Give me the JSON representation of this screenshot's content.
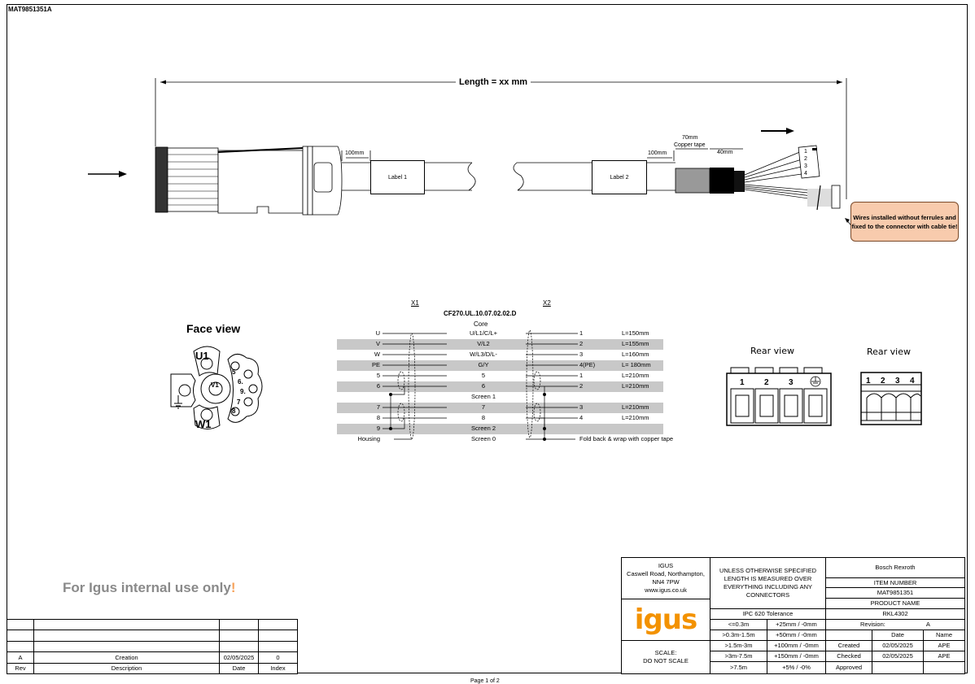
{
  "document_id": "MAT9851351A",
  "cable_drawing": {
    "length_label": "Length = xx mm",
    "dim_100_left": "100mm",
    "label_1": "Label 1",
    "label_2": "Label 2",
    "dim_100_right": "100mm",
    "copper_tape": "70mm",
    "copper_tape_caption": "Copper tape",
    "dim_40": "40mm",
    "x2_pins_a": [
      "1",
      "2",
      "3",
      "4"
    ],
    "note": "Wires installed without ferrules and fixed to the connector with cable tie!",
    "note_color": "#f8cbad"
  },
  "face_view": {
    "title": "Face view",
    "pins": [
      "U1",
      "V1",
      "W1",
      "5",
      "6.",
      "9.",
      "7",
      "8"
    ]
  },
  "wiring": {
    "x1_label": "X1",
    "x2_label": "X2",
    "cable_type": "CF270.UL.10.07.02.02.D",
    "core_header": "Core",
    "rows": [
      {
        "x1": "U",
        "core": "U/L1/C/L+",
        "x2": "1",
        "len": "L=150mm",
        "gray": false
      },
      {
        "x1": "V",
        "core": "V/L2",
        "x2": "2",
        "len": "L=155mm",
        "gray": true
      },
      {
        "x1": "W",
        "core": "W/L3/D/L-",
        "x2": "3",
        "len": "L=160mm",
        "gray": false
      },
      {
        "x1": "PE",
        "core": "G/Y",
        "x2": "4(PE)",
        "len": "L= 180mm",
        "gray": true
      },
      {
        "x1": "5",
        "core": "5",
        "x2": "1",
        "len": "L=210mm",
        "gray": false
      },
      {
        "x1": "6",
        "core": "6",
        "x2": "2",
        "len": "L=210mm",
        "gray": true
      },
      {
        "x1": "",
        "core": "Screen 1",
        "x2": "",
        "len": "",
        "gray": false
      },
      {
        "x1": "7",
        "core": "7",
        "x2": "3",
        "len": "L=210mm",
        "gray": true
      },
      {
        "x1": "8",
        "core": "8",
        "x2": "4",
        "len": "L=210mm",
        "gray": false
      },
      {
        "x1": "9",
        "core": "Screen 2",
        "x2": "",
        "len": "",
        "gray": true
      },
      {
        "x1": "Housing",
        "core": "Screen 0",
        "x2": "Fold back & wrap with copper tape",
        "len": "",
        "gray": false
      }
    ]
  },
  "rear_view_1": {
    "title": "Rear view",
    "pins": [
      "1",
      "2",
      "3"
    ]
  },
  "rear_view_2": {
    "title": "Rear view",
    "pins": [
      "1",
      "2",
      "3",
      "4"
    ]
  },
  "internal_note": {
    "text": "For Igus internal use only!",
    "mark": "!"
  },
  "revision_table": {
    "headers": {
      "rev": "Rev",
      "description": "Description",
      "date": "Date",
      "index": "Index"
    },
    "row": {
      "rev": "A",
      "description": "Creation",
      "date": "02/05/2025",
      "index": "0"
    }
  },
  "title_block": {
    "company": "IGUS",
    "address_1": "Caswell Road, Northampton,",
    "address_2": "NN4 7PW",
    "website": "www.igus.co.uk",
    "logo_text": "igus",
    "logo_color": "#f39200",
    "scale_label": "SCALE:",
    "scale_value": "DO NOT SCALE",
    "note": "UNLESS OTHERWISE SPECIFIED LENGTH IS MEASURED OVER EVERYTHING INCLUDING ANY CONNECTORS",
    "tolerance_title": "IPC 620 Tolerance",
    "tolerances": [
      {
        "range": "<=0.3m",
        "tol": "+25mm / -0mm"
      },
      {
        "range": ">0.3m-1.5m",
        "tol": "+50mm / -0mm"
      },
      {
        "range": ">1.5m-3m",
        "tol": "+100mm / -0mm"
      },
      {
        "range": ">3m-7.5m",
        "tol": "+150mm / -0mm"
      },
      {
        "range": ">7.5m",
        "tol": "+5% / -0%"
      }
    ],
    "customer": "Bosch Rexroth",
    "item_number_label": "ITEM NUMBER",
    "item_number": "MAT9851351",
    "product_name_label": "PRODUCT NAME",
    "product_name": "RKL4302",
    "revision_label": "Revision:",
    "revision": "A",
    "date_header": "Date",
    "name_header": "Name",
    "created_label": "Created",
    "created_date": "02/05/2025",
    "created_name": "APE",
    "checked_label": "Checked",
    "checked_date": "02/05/2025",
    "checked_name": "APE",
    "approved_label": "Approved"
  },
  "page_footer": "Page 1 of 2"
}
